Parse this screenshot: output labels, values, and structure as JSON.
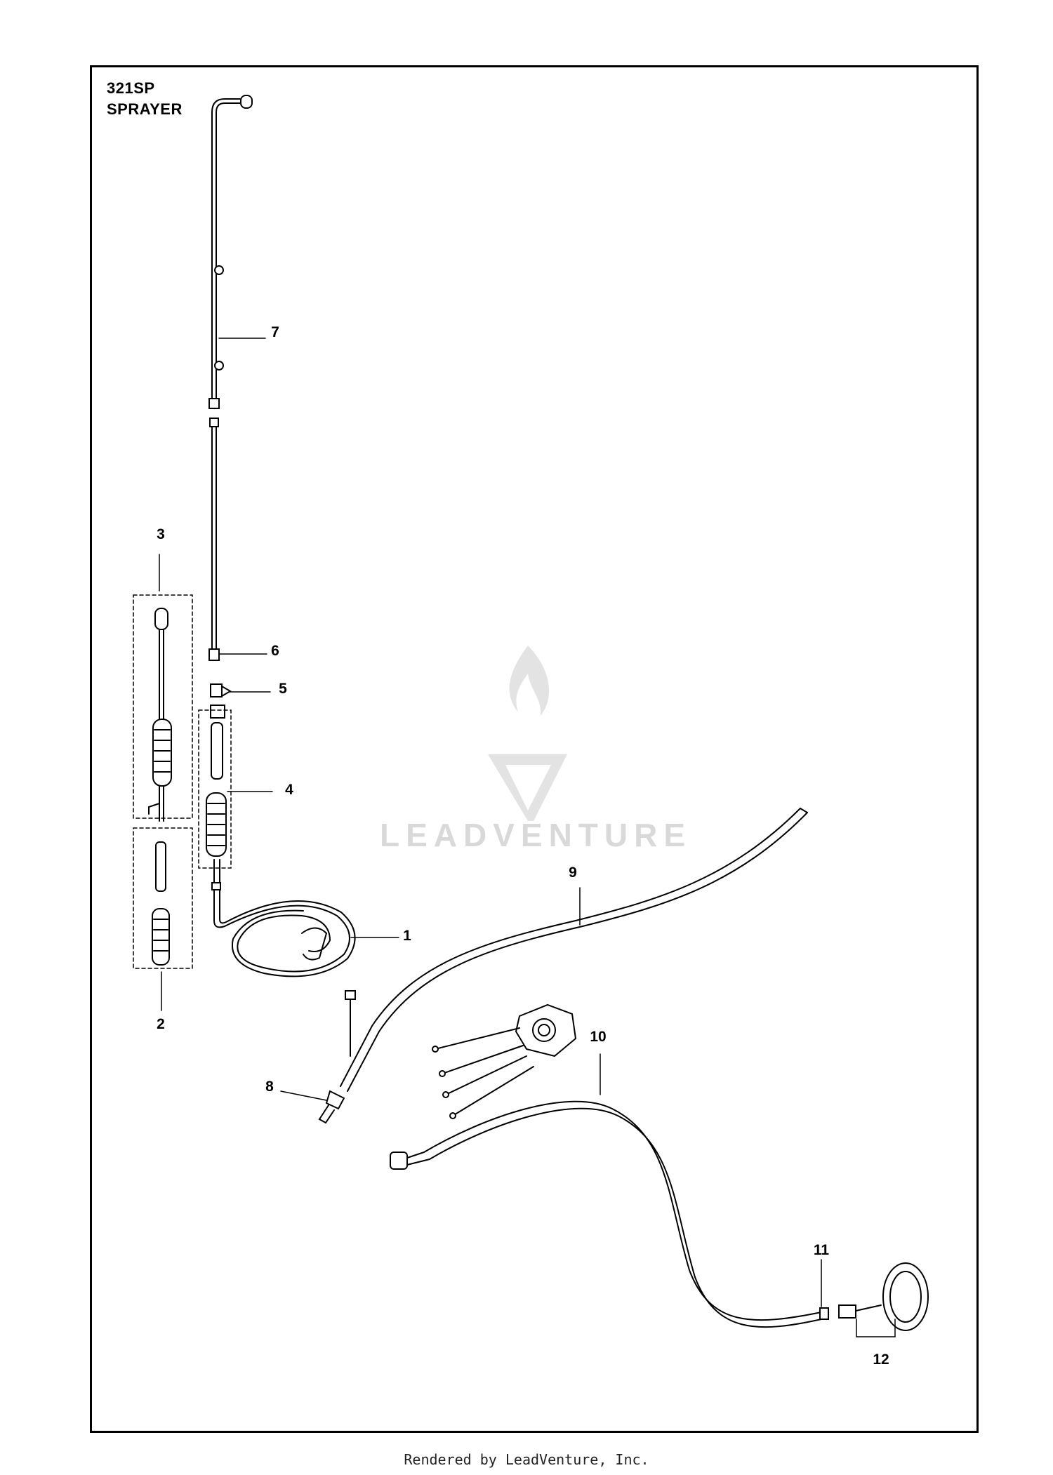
{
  "diagram": {
    "model": "321SP",
    "section": "SPRAYER"
  },
  "callouts": {
    "c1": "1",
    "c2": "2",
    "c3": "3",
    "c4": "4",
    "c5": "5",
    "c6": "6",
    "c7": "7",
    "c8": "8",
    "c9": "9",
    "c10": "10",
    "c11": "11",
    "c12": "12"
  },
  "watermark": {
    "brand": "LEADVENTURE"
  },
  "footer": {
    "rendered_by": "Rendered by LeadVenture, Inc."
  },
  "colors": {
    "line": "#000000",
    "watermark": "#d9d9d9",
    "background": "#ffffff"
  }
}
